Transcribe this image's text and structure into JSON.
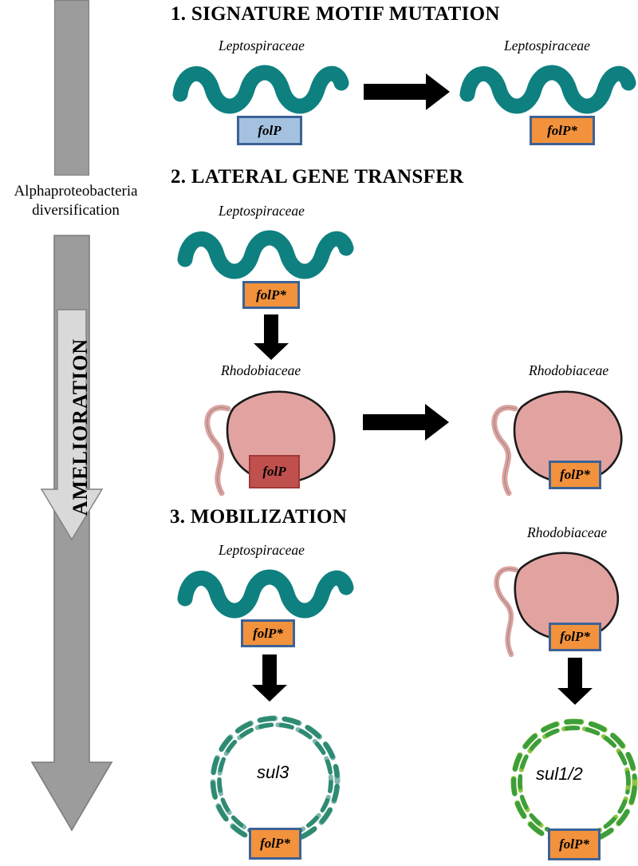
{
  "figure": {
    "title_sections": [
      {
        "id": "s1",
        "label": "1. SIGNATURE MOTIF MUTATION"
      },
      {
        "id": "s2",
        "label": "2. LATERAL GENE TRANSFER"
      },
      {
        "id": "s3",
        "label": "3. MOBILIZATION"
      }
    ]
  },
  "timeline": {
    "top_event_label_line1": "Alphaproteobacteria",
    "top_event_label_line2": "diversification",
    "process_label": "AMELIORATION",
    "bar_color": "#9c9c9c",
    "arrow_fill": "#d9d9d9",
    "arrow_stroke": "#808080"
  },
  "colors": {
    "spirochete_teal": "#0f8080",
    "rhodobiaceae_pink": "#e2a3a0",
    "gene_orange": "#f2923c",
    "gene_orange_border": "#3d6296",
    "gene_blue": "#a4c2e0",
    "gene_blue_border": "#3d6296",
    "gene_red": "#c0504d",
    "gene_red_border": "#9e3b38",
    "plasmid_sul3_dark": "#2e8b72",
    "plasmid_sul3_light": "#7fb6b0",
    "plasmid_sul12_dark": "#3c9e3c",
    "plasmid_sul12_light": "#8dc63f",
    "arrow_black": "#000000"
  },
  "step1": {
    "taxon_left": "Leptospiraceae",
    "taxon_right": "Leptospiraceae",
    "gene_before": "folP",
    "gene_after": "folP*",
    "arrow_name": "mutation-arrow"
  },
  "step2": {
    "donor_taxon": "Leptospiraceae",
    "donor_gene": "folP*",
    "recipient_taxon_left": "Rhodobiaceae",
    "recipient_gene_left": "folP",
    "recipient_taxon_right": "Rhodobiaceae",
    "recipient_gene_right": "folP*",
    "transfer_arrow_name": "lateral-transfer-arrow",
    "replacement_arrow_name": "gene-replacement-arrow"
  },
  "step3": {
    "left": {
      "taxon": "Leptospiraceae",
      "gene": "folP*",
      "plasmid_label": "sul3",
      "plasmid_gene": "folP*"
    },
    "right": {
      "taxon": "Rhodobiaceae",
      "gene": "folP*",
      "plasmid_label": "sul1/2",
      "plasmid_gene": "folP*"
    }
  }
}
